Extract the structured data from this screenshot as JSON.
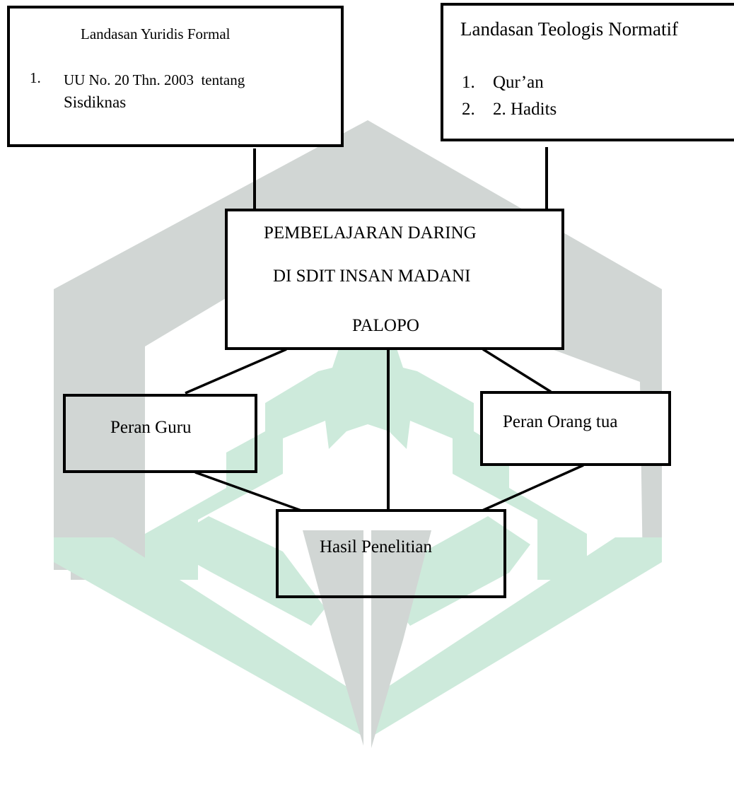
{
  "diagram": {
    "yuridis": {
      "title": "Landasan Yuridis Formal",
      "number": "1.",
      "item_line1": "UU No. 20 Thn. 2003  tentang",
      "item_line2": "Sisdiknas"
    },
    "teologis": {
      "title": "Landasan Teologis Normatif",
      "items": [
        {
          "num": "1.",
          "text": "Qur’an"
        },
        {
          "num": "2.",
          "text": "2. Hadits"
        }
      ]
    },
    "center": {
      "line1": "PEMBELAJARAN DARING",
      "line2": "DI SDIT INSAN MADANI",
      "line3": "PALOPO"
    },
    "peran_guru": "Peran Guru",
    "peran_ortu": "Peran Orang tua",
    "hasil": "Hasil Penelitian"
  },
  "colors": {
    "watermark_gray": "#d1d6d4",
    "watermark_green": "#cdeadb",
    "border": "#000000"
  }
}
